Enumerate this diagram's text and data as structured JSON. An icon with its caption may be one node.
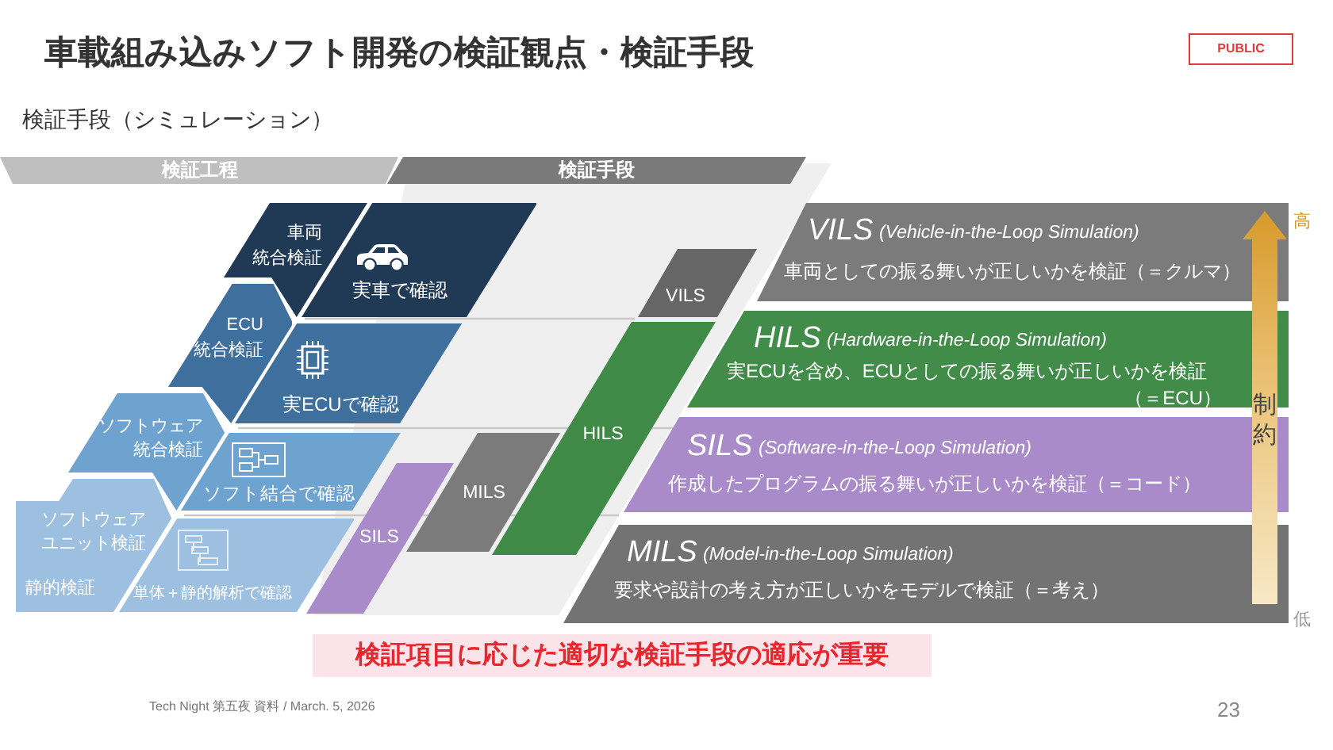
{
  "diagram": {
    "title": "車載組み込みソフト開発の検証観点・検証手段",
    "nodes": [
      {
        "text": [
          "検証工程"
        ]
      },
      {
        "text": [
          "検証手段"
        ]
      },
      {
        "text": [
          "車両統合検証"
        ]
      },
      {
        "text": [
          "実車で確認"
        ]
      },
      {
        "text": [
          "ECU統合検証"
        ]
      },
      {
        "text": [
          "実ECUで確認"
        ]
      },
      {
        "text": [
          "ソフトウェア統合検証"
        ]
      },
      {
        "text": [
          "ソフト結合で確認"
        ]
      },
      {
        "text": [
          "ソフトウェアユニット検証",
          "静的検証"
        ]
      },
      {
        "text": [
          "単体＋静的解析で確認"
        ]
      },
      {
        "text": [
          "VILS"
        ]
      },
      {
        "text": [
          "HILS"
        ]
      },
      {
        "text": [
          "MILS"
        ]
      },
      {
        "text": [
          "SILS"
        ]
      },
      {
        "text": [
          "VILS",
          "(Vehicle-in-the-Loop Simulation)",
          "車両としての振る舞いが正しいかを検証（＝クルマ）"
        ]
      },
      {
        "text": [
          "HILS",
          "(Hardware-in-the-Loop Simulation)",
          "実ECUを含め、ECUとしての振る舞いが正しいかを検証（＝ECU）"
        ]
      },
      {
        "text": [
          "SILS",
          "(Software-in-the-Loop Simulation)",
          "作成したプログラムの振る舞いが正しいかを検証（＝コード）"
        ]
      },
      {
        "text": [
          "MILS",
          "(Model-in-the-Loop Simulation)",
          "要求や設計の考え方が正しいかをモデルで検証（＝考え）"
        ]
      },
      {
        "text": [
          "制約"
        ],
        "beside": [
          "高",
          "低"
        ]
      }
    ],
    "labels": [
      "PUBLIC",
      "検証手段（シミュレーション）",
      "検証項目に応じた適切な検証手段の適応が重要",
      "Tech Night 第五夜 資料 / March. 5, 2026",
      "23"
    ]
  }
}
